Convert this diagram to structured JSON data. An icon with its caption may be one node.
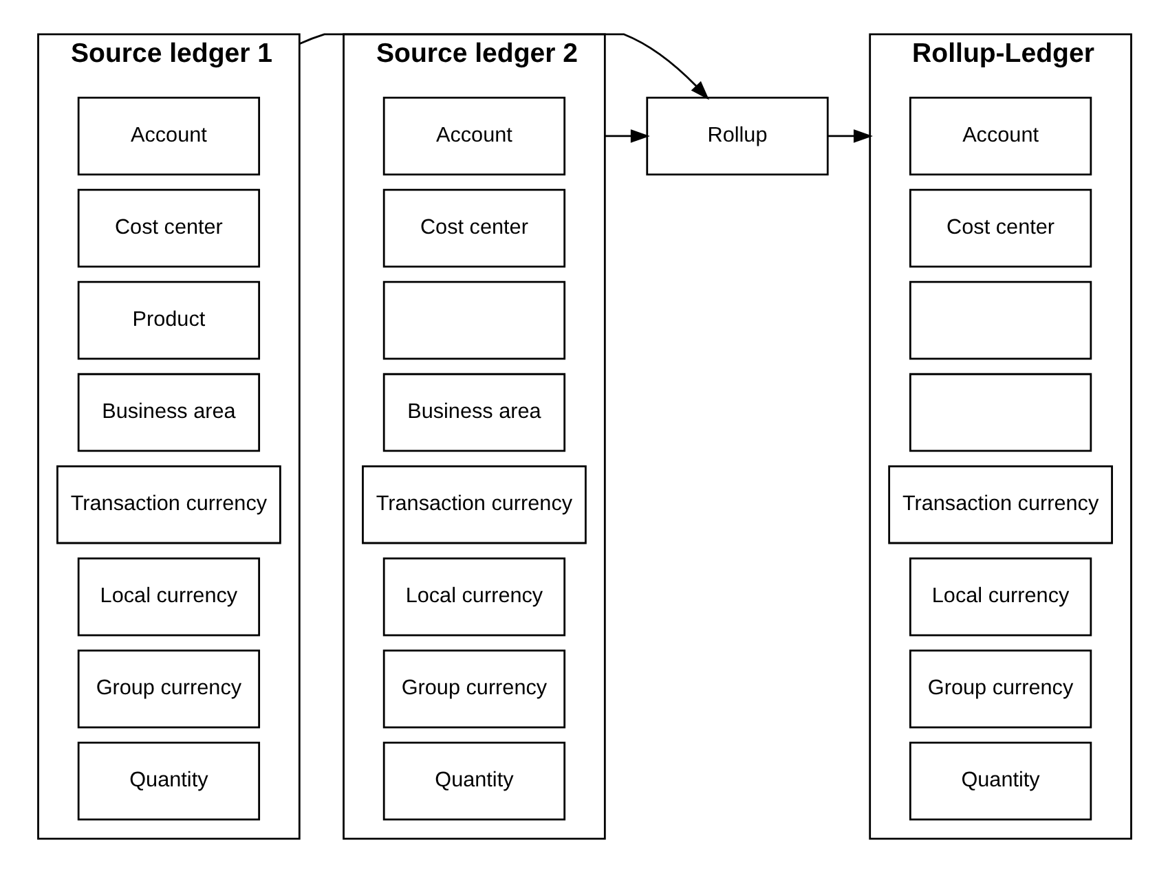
{
  "diagram": {
    "nodes": [
      {
        "text": [
          "Source ledger 1"
        ]
      },
      {
        "text": [
          "Account"
        ],
        "in": 0
      },
      {
        "text": [
          "Cost center"
        ],
        "in": 0
      },
      {
        "text": [
          "Product"
        ],
        "in": 0
      },
      {
        "text": [
          "Business area"
        ],
        "in": 0
      },
      {
        "text": [
          "Transaction currency"
        ],
        "in": 0
      },
      {
        "text": [
          "Local currency"
        ],
        "in": 0
      },
      {
        "text": [
          "Group currency"
        ],
        "in": 0
      },
      {
        "text": [
          "Quantity"
        ],
        "in": 0
      },
      {
        "text": [
          "Source ledger 2"
        ]
      },
      {
        "text": [
          "Account"
        ],
        "in": 9
      },
      {
        "text": [
          "Cost center"
        ],
        "in": 9
      },
      {
        "text": [],
        "shape": "box",
        "in": 9
      },
      {
        "text": [
          "Business area"
        ],
        "in": 9
      },
      {
        "text": [
          "Transaction currency"
        ],
        "in": 9
      },
      {
        "text": [
          "Local currency"
        ],
        "in": 9
      },
      {
        "text": [
          "Group currency"
        ],
        "in": 9
      },
      {
        "text": [
          "Quantity"
        ],
        "in": 9
      },
      {
        "text": [
          "Rollup"
        ]
      },
      {
        "text": [
          "Rollup-Ledger"
        ]
      },
      {
        "text": [
          "Account"
        ],
        "in": 19
      },
      {
        "text": [
          "Cost center"
        ],
        "in": 19
      },
      {
        "text": [],
        "shape": "box",
        "in": 19
      },
      {
        "text": [],
        "shape": "box",
        "in": 19
      },
      {
        "text": [
          "Transaction currency"
        ],
        "in": 19
      },
      {
        "text": [
          "Local currency"
        ],
        "in": 19
      },
      {
        "text": [
          "Group currency"
        ],
        "in": 19
      },
      {
        "text": [
          "Quantity"
        ],
        "in": 19
      }
    ],
    "edges": [
      {
        "from": 0,
        "to": 18,
        "arrow": "to"
      },
      {
        "from": 9,
        "to": 18,
        "arrow": "to"
      },
      {
        "from": 18,
        "to": 19,
        "arrow": "to"
      }
    ]
  }
}
